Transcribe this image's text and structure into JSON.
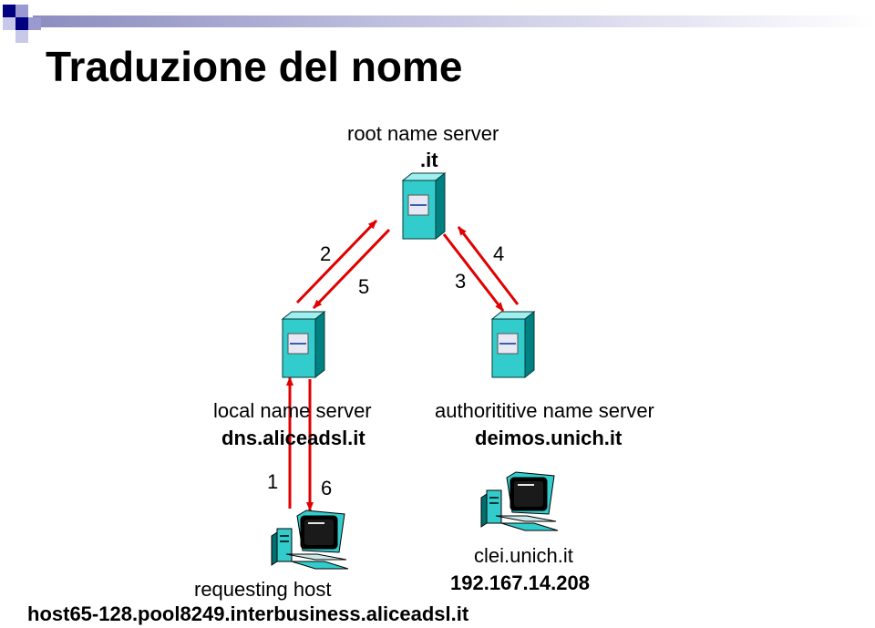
{
  "slide": {
    "title": "Traduzione del nome"
  },
  "nodes": {
    "root": {
      "line1": "root name server",
      "line2": ".it"
    },
    "local": {
      "line1": "local name server",
      "line2": "dns.aliceadsl.it"
    },
    "authoritative": {
      "line1": "authorititive name server",
      "line2": "deimos.unich.it"
    },
    "requesting": {
      "line1": "requesting host",
      "line2": "host65-128.pool8249.interbusiness.aliceadsl.it"
    },
    "clei": {
      "line1": "clei.unich.it",
      "line2": "192.167.14.208"
    }
  },
  "steps": [
    "1",
    "2",
    "3",
    "4",
    "5",
    "6"
  ],
  "colors": {
    "arrow": "#e00000",
    "server_front": "#33cccc",
    "server_side": "#008080",
    "header_blue": "#000080"
  },
  "icons": [
    "server-icon",
    "workstation-icon"
  ]
}
